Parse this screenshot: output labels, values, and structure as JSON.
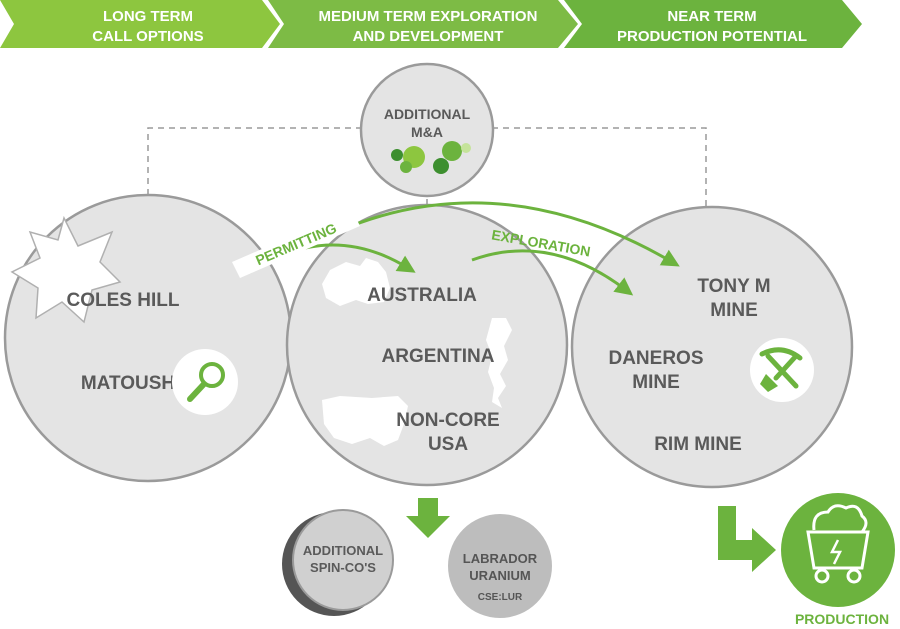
{
  "banner": {
    "stage1": {
      "line1": "LONG TERM",
      "line2": "CALL OPTIONS"
    },
    "stage2": {
      "line1": "MEDIUM TERM EXPLORATION",
      "line2": "AND DEVELOPMENT"
    },
    "stage3": {
      "line1": "NEAR TERM",
      "line2": "PRODUCTION POTENTIAL"
    }
  },
  "top_bubble": {
    "line1": "ADDITIONAL",
    "line2": "M&A"
  },
  "left_circle": {
    "item1": "COLES HILL",
    "item2": "MATOUSH",
    "icon": "magnifier-icon"
  },
  "middle_circle": {
    "item1": "AUSTRALIA",
    "item2": "ARGENTINA",
    "item3_line1": "NON-CORE",
    "item3_line2": "USA"
  },
  "right_circle": {
    "item1_line1": "TONY M",
    "item1_line2": "MINE",
    "item2_line1": "DANEROS",
    "item2_line2": "MINE",
    "item3": "RIM MINE",
    "icon": "shovel-pickaxe-icon"
  },
  "arrows": {
    "permitting": "PERMITTING",
    "exploration": "EXPLORATION"
  },
  "spinco": {
    "line1": "ADDITIONAL",
    "line2": "SPIN-CO'S"
  },
  "labrador": {
    "line1": "LABRADOR",
    "line2": "URANIUM",
    "ticker": "CSE:LUR"
  },
  "production": {
    "label": "PRODUCTION",
    "icon": "mine-cart-icon"
  },
  "colors": {
    "green_dark": "#6cb33e",
    "green_light": "#8dc63f",
    "circle_fill": "#e4e4e4",
    "circle_stroke": "#9a9a9a",
    "text_gray": "#5a5a5a"
  }
}
